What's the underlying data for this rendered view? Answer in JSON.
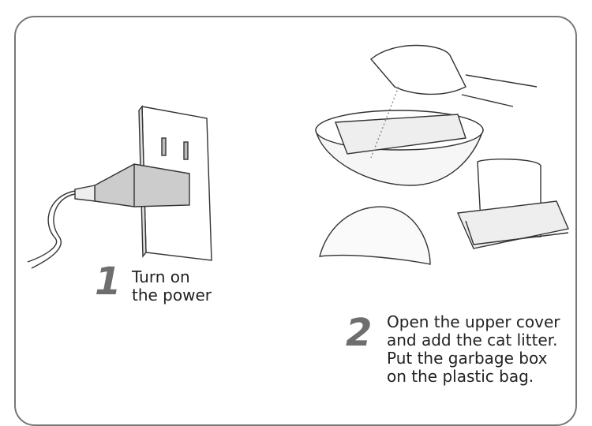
{
  "steps": [
    {
      "number": "1",
      "text": "Turn on\nthe power"
    },
    {
      "number": "2",
      "text": "Open the upper cover\nand add the cat litter.\nPut the garbage box\non the plastic bag."
    }
  ]
}
